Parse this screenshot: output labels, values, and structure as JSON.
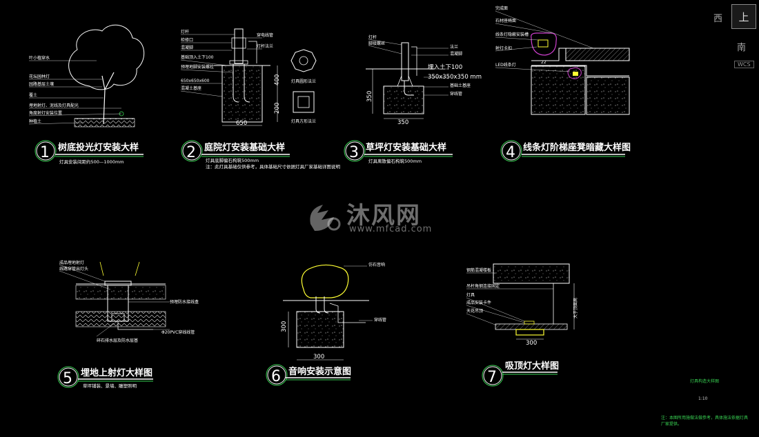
{
  "colors": {
    "background": "#000000",
    "line": "#ffffff",
    "accent": "#39d353",
    "yellow": "#ffff33",
    "magenta": "#d040d0"
  },
  "viewcube": {
    "top": "上",
    "west": "西",
    "south": "南",
    "wcs": "WCS"
  },
  "watermark": {
    "main": "沐风网",
    "sub": "www.mfcad.com"
  },
  "details": [
    {
      "num": "1",
      "title": "树底投光灯安装大样",
      "note": "灯具安装间距约500—1000mm",
      "labels": [
        "叶小植穿水",
        "花坛园林灯",
        "园路基层土壤",
        "覆土",
        "埋地射灯、泥线及灯具配光",
        "角度射灯安装位置",
        "种植土"
      ]
    },
    {
      "num": "2",
      "title": "庭院灯安装基础大样",
      "note": "灯具底脚偏石构筑500mm",
      "note2": "注：此灯具基础仅供参考，具体基础尺寸依据灯具厂家基础详图说明",
      "labels": [
        "灯杆",
        "检修口",
        "混凝脚",
        "基础顶入土下100",
        "预埋地脚安装螺栓",
        "650x650x600",
        "混凝土基座",
        "穿电线管",
        "灯杆法兰",
        "灯具圆形法兰",
        "灯具方形法兰"
      ],
      "dims": [
        "650",
        "400",
        "200"
      ]
    },
    {
      "num": "3",
      "title": "草坪灯安装基础大样",
      "note": "灯具离散偏石构筑500mm",
      "labels": [
        "灯杆",
        "脚接螺丝",
        "法兰",
        "混凝脚",
        "埋入土下100",
        "350x350x350 mm",
        "基础土基座",
        "穿线管"
      ],
      "dims": [
        "350",
        "350"
      ]
    },
    {
      "num": "4",
      "title": "线条灯阶梯座凳暗藏大样图",
      "labels": [
        "完成面",
        "石材座椅面",
        "线条灯隐蔽安装槽",
        "射灯卡扣",
        "LED线条灯"
      ],
      "dims": [
        "22"
      ]
    },
    {
      "num": "5",
      "title": "埋地上射灯大样图",
      "note": "草坪铺装、景墙、雕塑照明",
      "labels": [
        "成品埋地射灯",
        "线路穿管出灯头",
        "预埋防水接线盒",
        "Φ20PVC穿线线管",
        "碎石排水层及防水层基"
      ]
    },
    {
      "num": "6",
      "title": "音响安装示意图",
      "labels": [
        "仿石音响",
        "穿线管"
      ],
      "dims": [
        "300",
        "300"
      ]
    },
    {
      "num": "7",
      "title": "吸顶灯大样图",
      "labels": [
        "钢筋混凝楼板",
        "吊杆角钢连接固定",
        "灯具",
        "成品安装卡件",
        "天花吊顶",
        "大于顶面高"
      ],
      "dims": [
        "300"
      ]
    }
  ],
  "footer": {
    "title": "灯具构造大样图",
    "scale": "1:10",
    "note": "注：本图所用施做法做参考，具体施法依据灯具厂家提供。"
  }
}
